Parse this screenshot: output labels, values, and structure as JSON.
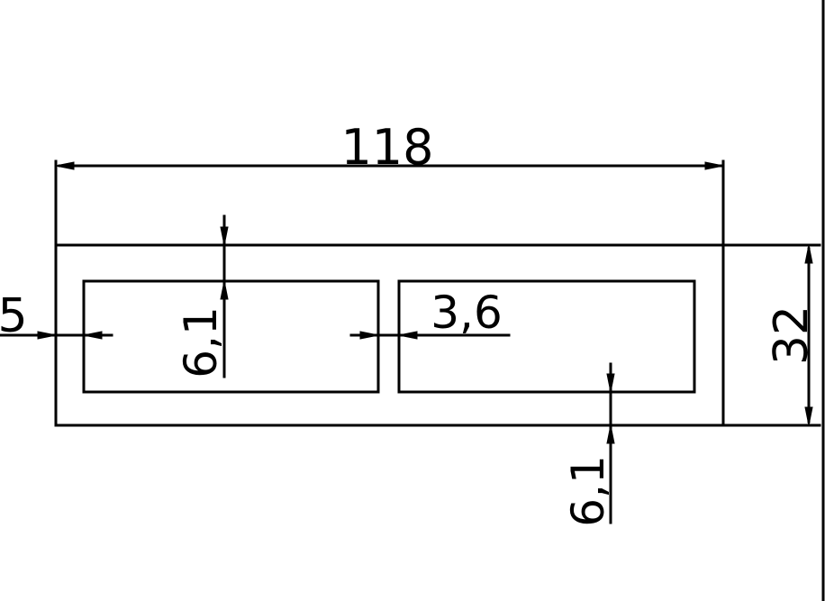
{
  "drawing": {
    "background_color": "#ffffff",
    "line_color": "#000000",
    "dimensions": {
      "overall_width": "118",
      "overall_height": "32",
      "wall_left_partial": "5",
      "wall_top": "6,1",
      "middle_web": "3,6",
      "wall_bottom": "6,1"
    }
  }
}
